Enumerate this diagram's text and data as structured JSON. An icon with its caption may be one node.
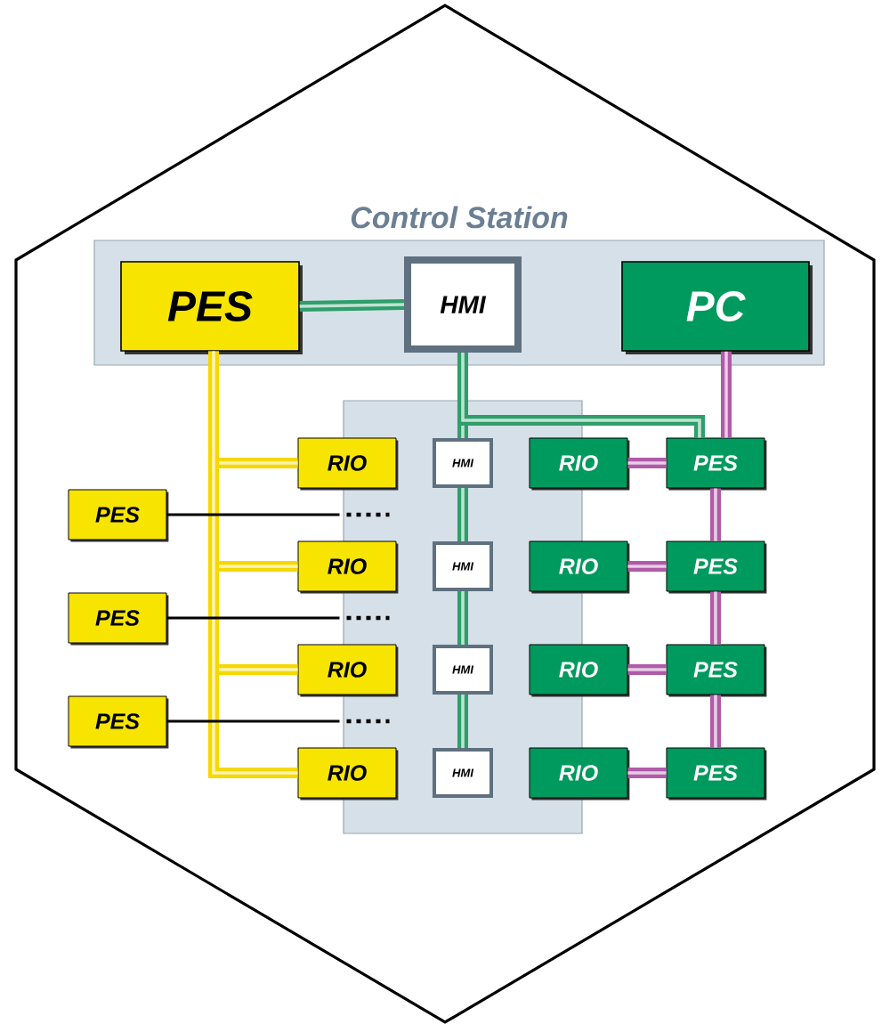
{
  "diagram": {
    "nodes": [
      {
        "text": [
          "Control Station"
        ]
      },
      {
        "text": [
          "PES"
        ],
        "in": 0
      },
      {
        "text": [
          "HMI"
        ],
        "in": 0
      },
      {
        "text": [
          "PC"
        ],
        "in": 0
      },
      {
        "text": [
          "RIO"
        ]
      },
      {
        "text": [
          "HMI"
        ]
      },
      {
        "text": [
          "RIO"
        ]
      },
      {
        "text": [
          "PES"
        ]
      },
      {
        "text": [
          "PES"
        ]
      },
      {
        "text": [
          "RIO"
        ]
      },
      {
        "text": [
          "HMI"
        ]
      },
      {
        "text": [
          "RIO"
        ]
      },
      {
        "text": [
          "PES"
        ]
      },
      {
        "text": [
          "PES"
        ]
      },
      {
        "text": [
          "RIO"
        ]
      },
      {
        "text": [
          "HMI"
        ]
      },
      {
        "text": [
          "RIO"
        ]
      },
      {
        "text": [
          "PES"
        ]
      },
      {
        "text": [
          "PES"
        ]
      },
      {
        "text": [
          "RIO"
        ]
      },
      {
        "text": [
          "HMI"
        ]
      },
      {
        "text": [
          "RIO"
        ]
      },
      {
        "text": [
          "PES"
        ]
      }
    ],
    "edges": [
      {
        "from": 1,
        "to": 2,
        "arrow": "none",
        "color": "#2e9e6a"
      },
      {
        "from": 1,
        "to": 4,
        "arrow": "none",
        "color": "#f5d800"
      },
      {
        "from": 1,
        "to": 9,
        "arrow": "none",
        "color": "#f5d800"
      },
      {
        "from": 1,
        "to": 14,
        "arrow": "none",
        "color": "#f5d800"
      },
      {
        "from": 1,
        "to": 19,
        "arrow": "none",
        "color": "#f5d800"
      },
      {
        "from": 2,
        "to": 5,
        "arrow": "none",
        "color": "#2e9e6a"
      },
      {
        "from": 5,
        "to": 10,
        "arrow": "none",
        "color": "#2e9e6a"
      },
      {
        "from": 10,
        "to": 15,
        "arrow": "none",
        "color": "#2e9e6a"
      },
      {
        "from": 15,
        "to": 20,
        "arrow": "none",
        "color": "#2e9e6a"
      },
      {
        "from": 2,
        "to": 7,
        "arrow": "none",
        "color": "#2e9e6a"
      },
      {
        "from": 3,
        "to": 7,
        "arrow": "none"
      },
      {
        "from": 7,
        "to": 12,
        "arrow": "none"
      },
      {
        "from": 12,
        "to": 17,
        "arrow": "none"
      },
      {
        "from": 17,
        "to": 22,
        "arrow": "none"
      },
      {
        "from": 6,
        "to": 7,
        "arrow": "none"
      },
      {
        "from": 11,
        "to": 12,
        "arrow": "none"
      },
      {
        "from": 16,
        "to": 17,
        "arrow": "none"
      },
      {
        "from": 21,
        "to": 22,
        "arrow": "none"
      },
      {
        "from": 8,
        "to": null,
        "arrow": "none",
        "color": "#000000"
      },
      {
        "from": 13,
        "to": null,
        "arrow": "none",
        "color": "#000000"
      },
      {
        "from": 18,
        "to": null,
        "arrow": "none",
        "color": "#000000"
      }
    ]
  }
}
